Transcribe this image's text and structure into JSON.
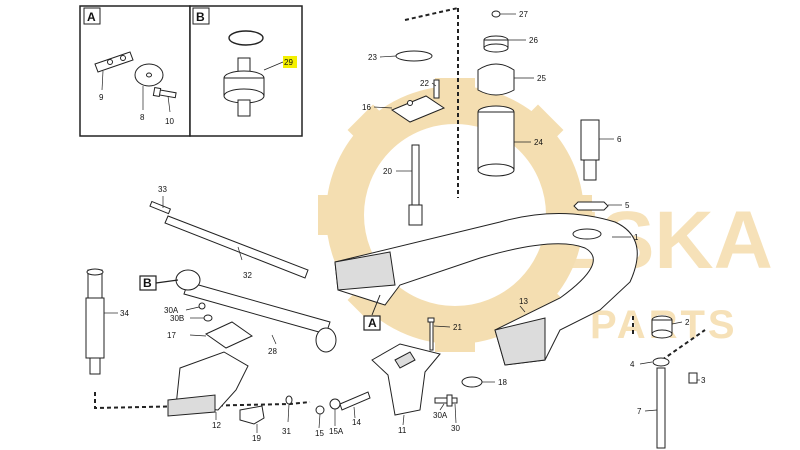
{
  "watermark": {
    "brand": "ESKA",
    "sub": "PARTS"
  },
  "detail_boxes": [
    {
      "letter": "A",
      "labels": [
        "9",
        "8",
        "10"
      ]
    },
    {
      "letter": "B",
      "labels": [
        "29"
      ]
    }
  ],
  "callouts": {
    "c1": "1",
    "c2": "2",
    "c3": "3",
    "c4": "4",
    "c5": "5",
    "c6": "6",
    "c7": "7",
    "c11": "11",
    "c12": "12",
    "c13": "13",
    "c14": "14",
    "c15": "15",
    "c15A": "15A",
    "c16": "16",
    "c17": "17",
    "c18": "18",
    "c19": "19",
    "c20": "20",
    "c21": "21",
    "c22": "22",
    "c23": "23",
    "c24": "24",
    "c25": "25",
    "c26": "26",
    "c27": "27",
    "c28": "28",
    "c30": "30",
    "c30A_left": "30A",
    "c30A_right": "30A",
    "c30B": "30B",
    "c31": "31",
    "c32": "32",
    "c33": "33",
    "c34": "34"
  },
  "view_markers": {
    "a": "A",
    "b": "B"
  },
  "colors": {
    "highlight": "#f4f000",
    "watermark": "#f3d9a4",
    "line": "#222222"
  }
}
